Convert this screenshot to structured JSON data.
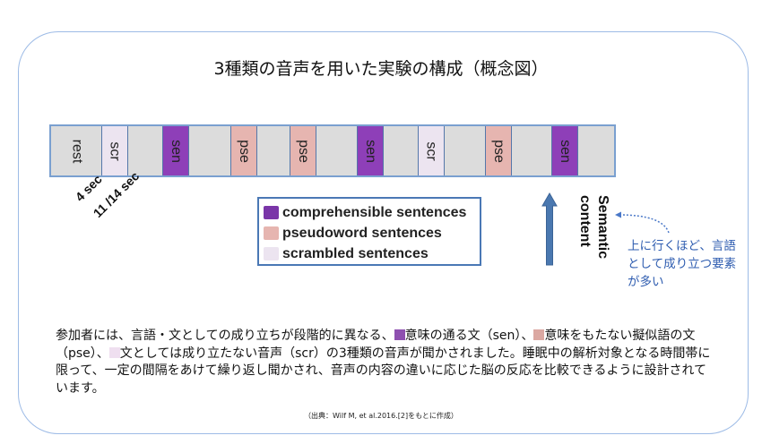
{
  "title": "3種類の音声を用いた実験の構成（概念図）",
  "blocks": [
    {
      "type": "rest",
      "label": "rest"
    },
    {
      "type": "scr",
      "label": "scr"
    },
    {
      "type": "sen",
      "label": "sen"
    },
    {
      "type": "pse",
      "label": "pse"
    },
    {
      "type": "pse",
      "label": "pse"
    },
    {
      "type": "sen",
      "label": "sen"
    },
    {
      "type": "scr",
      "label": "scr"
    },
    {
      "type": "pse",
      "label": "pse"
    },
    {
      "type": "sen",
      "label": "sen"
    }
  ],
  "timing": {
    "block": "4 sec",
    "gap": "11 /14 sec"
  },
  "legend": [
    {
      "label": "comprehensible sentences",
      "color": "#7a35a8"
    },
    {
      "label": "pseudoword sentences",
      "color": "#e6b5b0"
    },
    {
      "label": "scrambled sentences",
      "color": "#ece4f0"
    }
  ],
  "axis": {
    "line1": "Semantic",
    "line2": "content"
  },
  "note": "上に行くほど、言語として成り立つ要素が多い",
  "body": {
    "p1": "参加者には、言語・文としての成り立ちが段階的に異なる、",
    "p2": "意味の通る文（sen）、",
    "p3": "意味をもたない擬似語の文（pse）、",
    "p4": "文としては成り立たない音声（scr）の3種類の音声が聞かされました。睡眠中の解析対象となる時間帯に限って、一定の間隔をあけて繰り返し聞かされ、音声の内容の違いに応じた脳の反応を比較できるように設計されています。"
  },
  "source": "（出典：Wilf M, et al.2016.[2]をもとに作成）"
}
